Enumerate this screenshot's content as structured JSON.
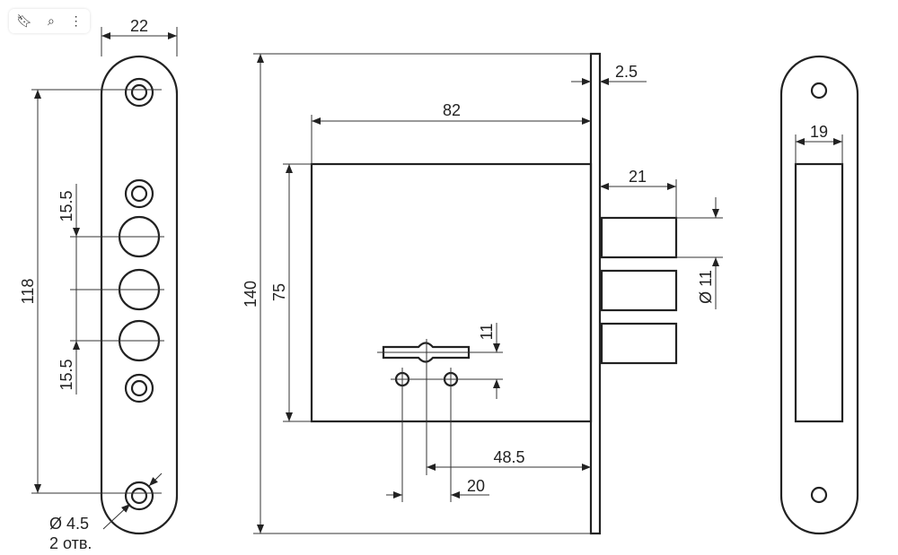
{
  "dimensions": {
    "faceplate_width": "22",
    "hole_span": "118",
    "spacing_top": "15.5",
    "spacing_bottom": "15.5",
    "hole_diameter": "Ø 4.5",
    "hole_count": "2 отв.",
    "total_height": "140",
    "body_height": "75",
    "body_width": "82",
    "faceplate_thickness": "2.5",
    "bolt_projection": "21",
    "bolt_diameter": "Ø 11",
    "key_offset": "11",
    "backset": "48.5",
    "hole_spacing": "20",
    "strike_opening": "19"
  },
  "overlay": {
    "icons": [
      "bookmark-icon",
      "lens-icon",
      "more-icon"
    ]
  }
}
